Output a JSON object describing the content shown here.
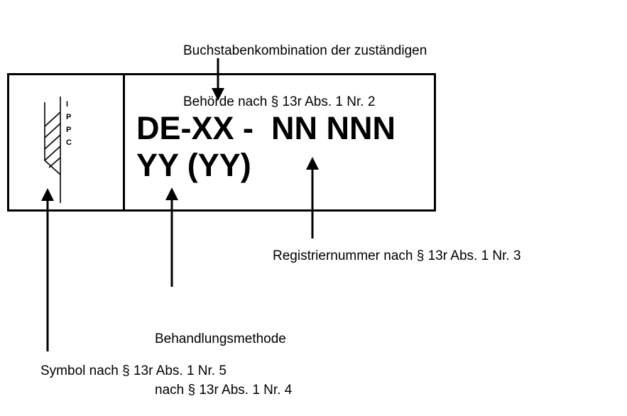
{
  "symbol": {
    "icon": "ippc-wheat-ear-icon",
    "letters": [
      "I",
      "P",
      "P",
      "C"
    ]
  },
  "marking": {
    "line1": "DE-XX -  NN NNN",
    "line2": "YY (YY)"
  },
  "labels": {
    "authority_line1": "Buchstabenkombination der zuständigen",
    "authority_line2": "Behörde nach § 13r Abs. 1 Nr. 2",
    "registry": "Registriernummer nach § 13r Abs. 1 Nr. 3",
    "treatment_line1": "Behandlungsmethode",
    "treatment_line2": "nach § 13r Abs. 1 Nr. 4",
    "symbol": "Symbol nach § 13r Abs. 1 Nr. 5"
  }
}
